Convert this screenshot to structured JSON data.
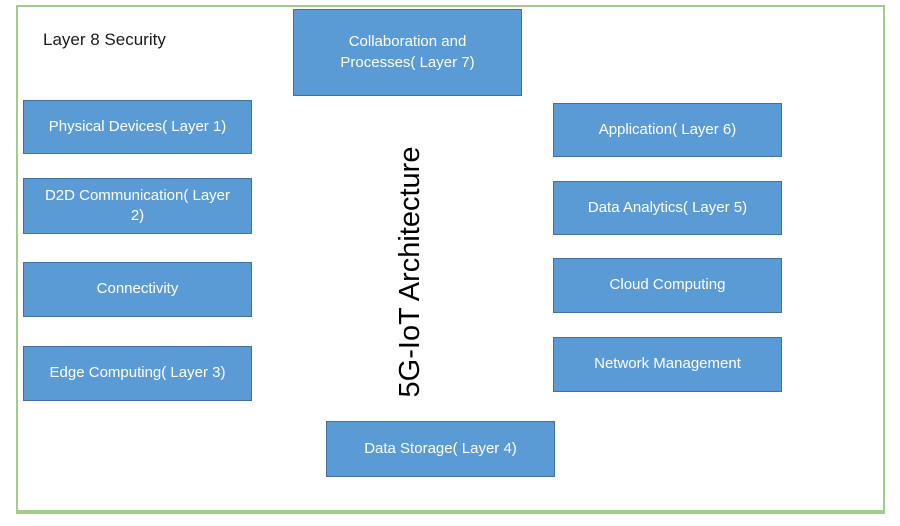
{
  "diagram": {
    "title": "5G-IoT Architecture",
    "security_label": "Layer 8 Security",
    "top_box": {
      "label": "Collaboration and Processes( Layer 7)"
    },
    "left_column": [
      {
        "label": "Physical Devices( Layer 1)"
      },
      {
        "label": "D2D Communication( Layer 2)"
      },
      {
        "label": "Connectivity"
      },
      {
        "label": "Edge Computing( Layer 3)"
      }
    ],
    "right_column": [
      {
        "label": "Application( Layer 6)"
      },
      {
        "label": "Data Analytics( Layer 5)"
      },
      {
        "label": "Cloud Computing"
      },
      {
        "label": "Network Management"
      }
    ],
    "bottom_box": {
      "label": "Data Storage( Layer 4)"
    },
    "colors": {
      "box_fill": "#5b9bd5",
      "box_border": "#41719c",
      "box_text": "#ffffff",
      "frame_border": "#a3cc88",
      "title_text": "#000000"
    }
  }
}
